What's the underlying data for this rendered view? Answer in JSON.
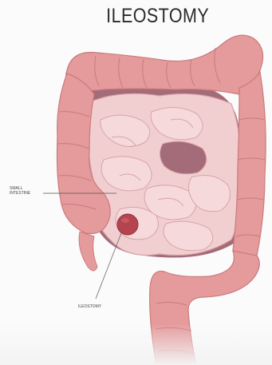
{
  "title": "ILEOSTOMY",
  "labels": {
    "small_intestine_line1": "SMALL",
    "small_intestine_line2": "INTESTINE",
    "ileostomy": "ILEOSTOMY"
  },
  "colors": {
    "colon": "#e59a9b",
    "colon_dark": "#c97b7e",
    "small_intestine": "#f1cfd1",
    "small_intestine_outline": "#d9a3a8",
    "cavity": "#a46b78",
    "stoma": "#b5444f",
    "background": "#fbfbfb",
    "leader_line": "#555555"
  }
}
